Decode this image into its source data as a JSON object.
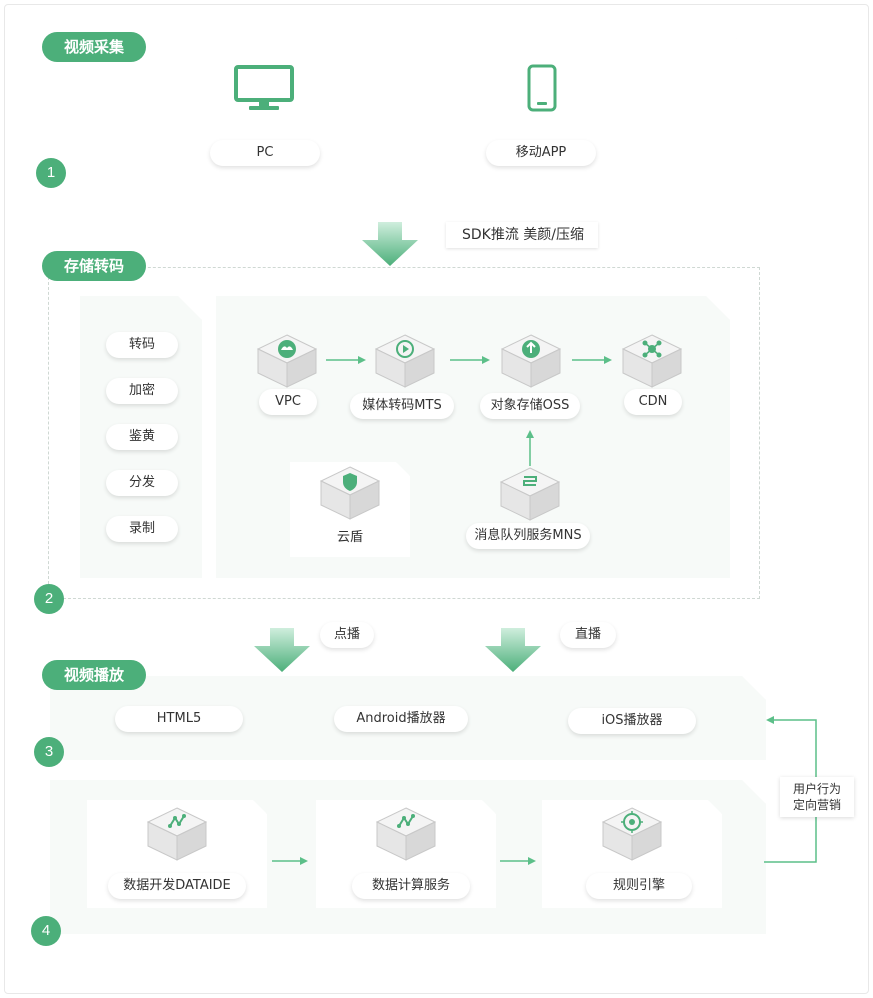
{
  "colors": {
    "accent": "#4caf7a",
    "accent_light": "#7fcca0",
    "panel": "#f7faf8"
  },
  "s1": {
    "tag": "视频采集",
    "num": "1",
    "devices": [
      {
        "label": "PC",
        "icon": "monitor-icon"
      },
      {
        "label": "移动APP",
        "icon": "mobile-icon"
      }
    ]
  },
  "flow1": {
    "label": "SDK推流 美颜/压缩"
  },
  "s2": {
    "tag": "存储转码",
    "num": "2",
    "features": [
      "转码",
      "加密",
      "鉴黄",
      "分发",
      "录制"
    ],
    "services": {
      "vpc": "VPC",
      "mts": "媒体转码MTS",
      "oss": "对象存储OSS",
      "cdn": "CDN",
      "shield": "云盾",
      "mns": "消息队列服务MNS"
    }
  },
  "flow2": {
    "vod": "点播",
    "live": "直播"
  },
  "s3": {
    "tag": "视频播放",
    "num": "3",
    "players": [
      "HTML5",
      "Android播放器",
      "iOS播放器"
    ]
  },
  "s4": {
    "num": "4",
    "items": [
      "数据开发DATAIDE",
      "数据计算服务",
      "规则引擎"
    ],
    "feedback": [
      "用户行为",
      "定向营销"
    ]
  }
}
